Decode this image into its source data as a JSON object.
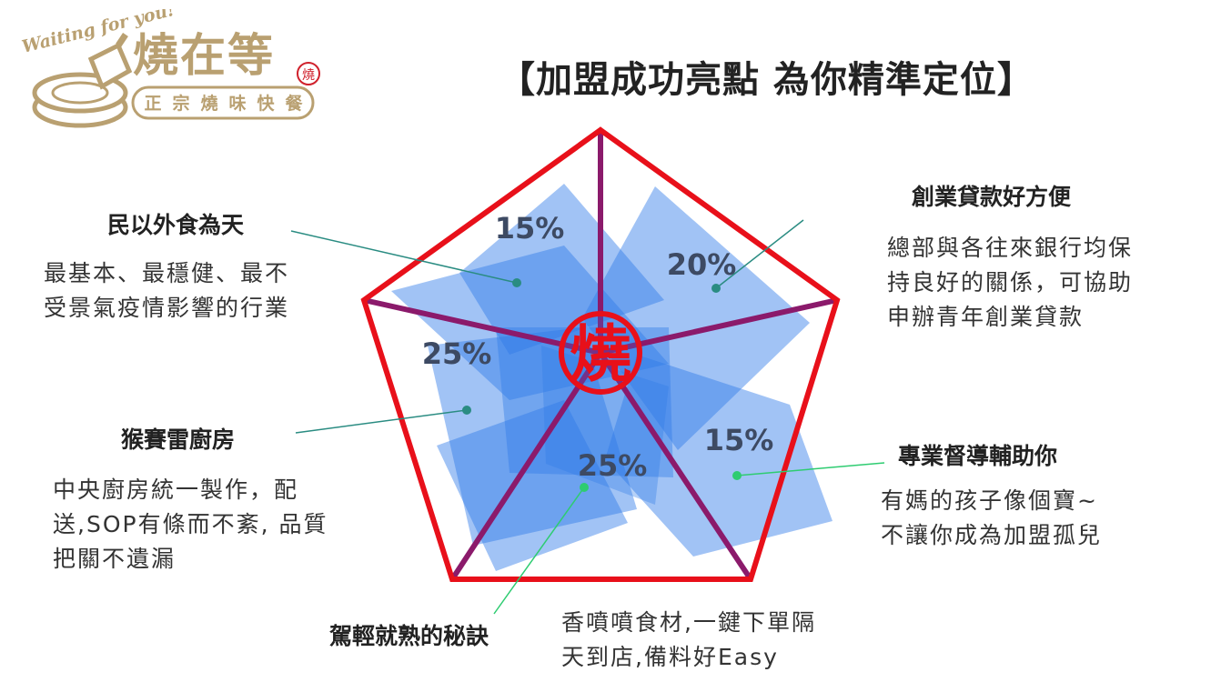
{
  "logo": {
    "script_text": "Waiting for you!",
    "brand_name": "燒在等",
    "seal_char": "燒",
    "tagline_chars": [
      "正",
      "宗",
      "燒",
      "味",
      "快",
      "餐"
    ]
  },
  "title": "【加盟成功亮點  為你精準定位】",
  "center_seal": "燒",
  "colors": {
    "pentagon": "#e8101a",
    "spoke_tint": "#8b1a6b",
    "blob_blue": "#2f7be8",
    "leader_teal": "#2a8c82",
    "leader_green": "#2ecc71",
    "logo_gold": "#b9a071"
  },
  "segments": [
    {
      "id": "eat-out",
      "percent": "15%",
      "heading": "民以外食為天",
      "description": [
        "最基本、最穩健、最不",
        "受景氣疫情影響的行業"
      ]
    },
    {
      "id": "loan",
      "percent": "20%",
      "heading": "創業貸款好方便",
      "description": [
        "總部與各往來銀行均保",
        "持良好的關係，可協助",
        "申辦青年創業貸款"
      ]
    },
    {
      "id": "kitchen",
      "percent": "25%",
      "heading": "猴賽雷廚房",
      "description": [
        "中央廚房統一製作，配",
        "送,SOP有條而不紊, 品質",
        "把關不遺漏"
      ]
    },
    {
      "id": "supervision",
      "percent": "15%",
      "heading": "專業督導輔助你",
      "description": [
        "有媽的孩子像個寶~",
        "不讓你成為加盟孤兒"
      ]
    },
    {
      "id": "secret",
      "percent": "25%",
      "heading": "駕輕就熟的秘訣",
      "description": [
        "香噴噴食材,一鍵下單隔",
        "天到店,備料好Easy"
      ]
    }
  ]
}
